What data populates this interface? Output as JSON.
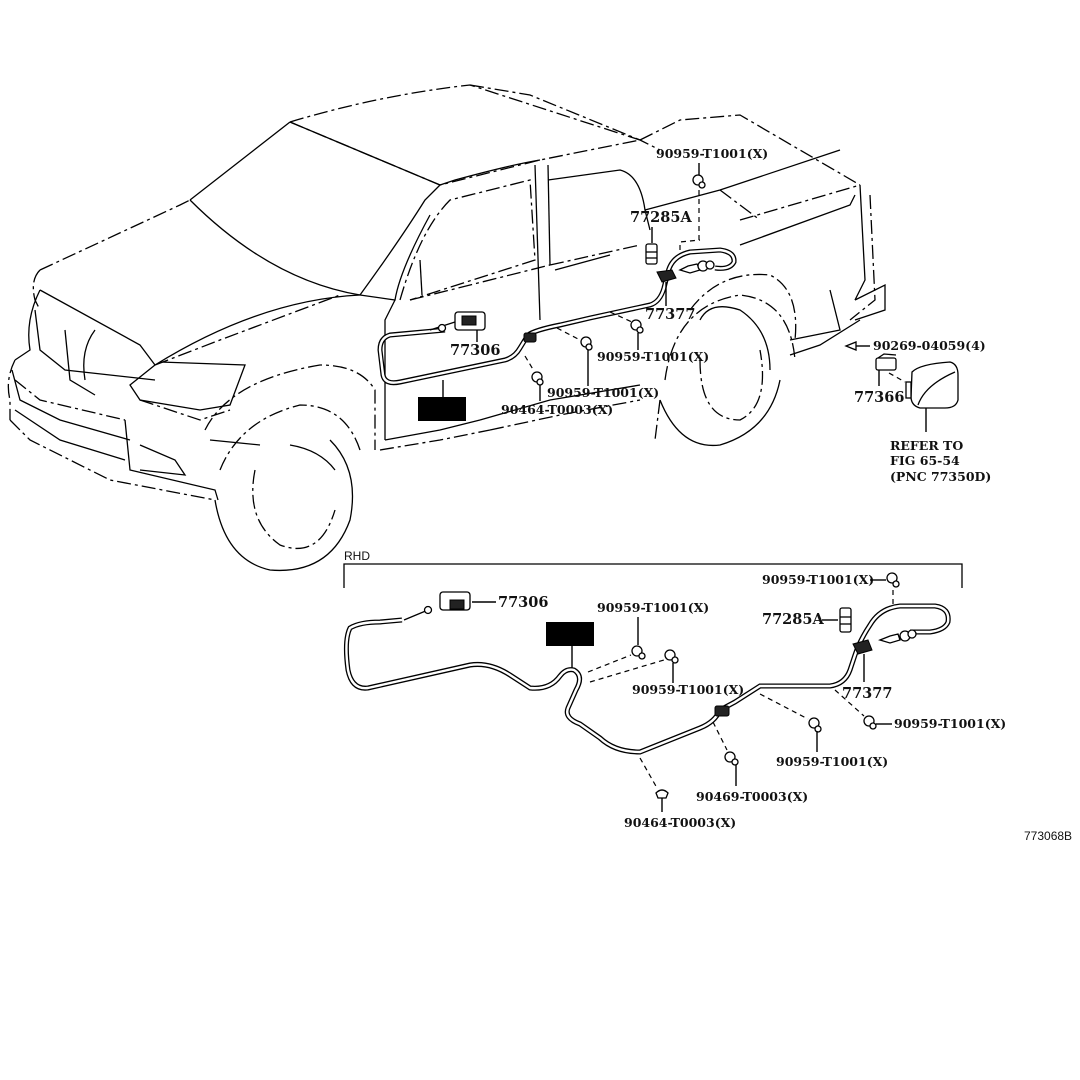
{
  "diagram": {
    "type": "parts-exploded-view",
    "subject": "pickup truck fuel lid opener cable",
    "figure_id": "773068B",
    "colors": {
      "line": "#000000",
      "background": "#ffffff"
    }
  },
  "main_view": {
    "labels": {
      "clip_top": "90959-T1001(X)",
      "bracket": "77285A",
      "cable_end": "77377",
      "opener_lever": "77306",
      "clip_mid_right": "90959-T1001(X)",
      "clip_mid_left": "90959-T1001(X)",
      "clamp": "90464-T0003(X)",
      "screw": "90269-04059(4)",
      "lock_assy": "77366",
      "refer_line1": "REFER TO",
      "refer_line2": "FIG 65-54",
      "refer_line3": "(PNC 77350D)"
    }
  },
  "rhd_view": {
    "section_label": "RHD",
    "labels": {
      "opener_lever": "77306",
      "clip_top_right": "90959-T1001(X)",
      "bracket": "77285A",
      "clip_upper_mid": "90959-T1001(X)",
      "clip_lower_mid": "90959-T1001(X)",
      "cable_end": "77377",
      "clip_right": "90959-T1001(X)",
      "clip_bottom_mid": "90959-T1001(X)",
      "clamp_b": "90469-T0003(X)",
      "clamp_a": "90464-T0003(X)"
    }
  }
}
